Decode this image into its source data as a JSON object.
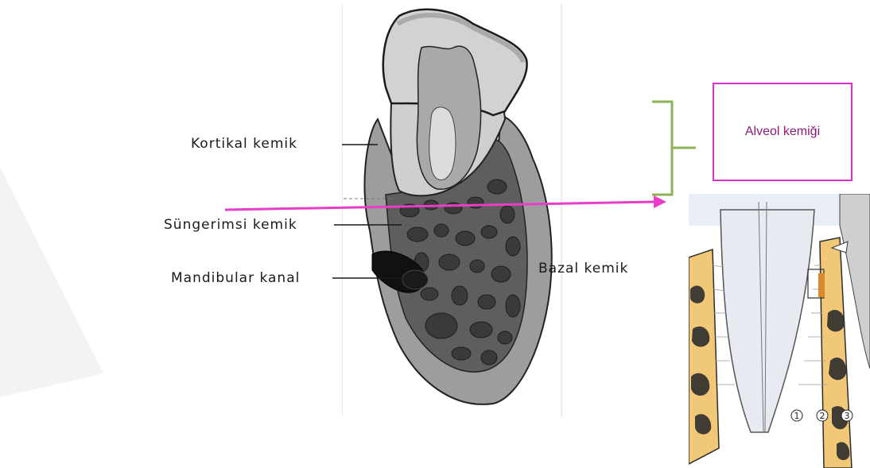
{
  "labels": {
    "cortical": "Kortikal kemik",
    "cancellous": "Süngerimsi kemik",
    "canal": "Mandibular kanal",
    "basal": "Bazal kemik",
    "alveolar": "Alveol kemiği"
  },
  "detail_numbers": [
    "1",
    "2",
    "3"
  ],
  "colors": {
    "arrow": "#e83dc8",
    "bracket": "#8db356",
    "box_border": "#d633c6",
    "box_text": "#8b1a7a",
    "bone": "#f0c877",
    "marrow": "#2d2d2d"
  },
  "icons": [
    "pink-arrow-icon",
    "bracket-icon"
  ]
}
